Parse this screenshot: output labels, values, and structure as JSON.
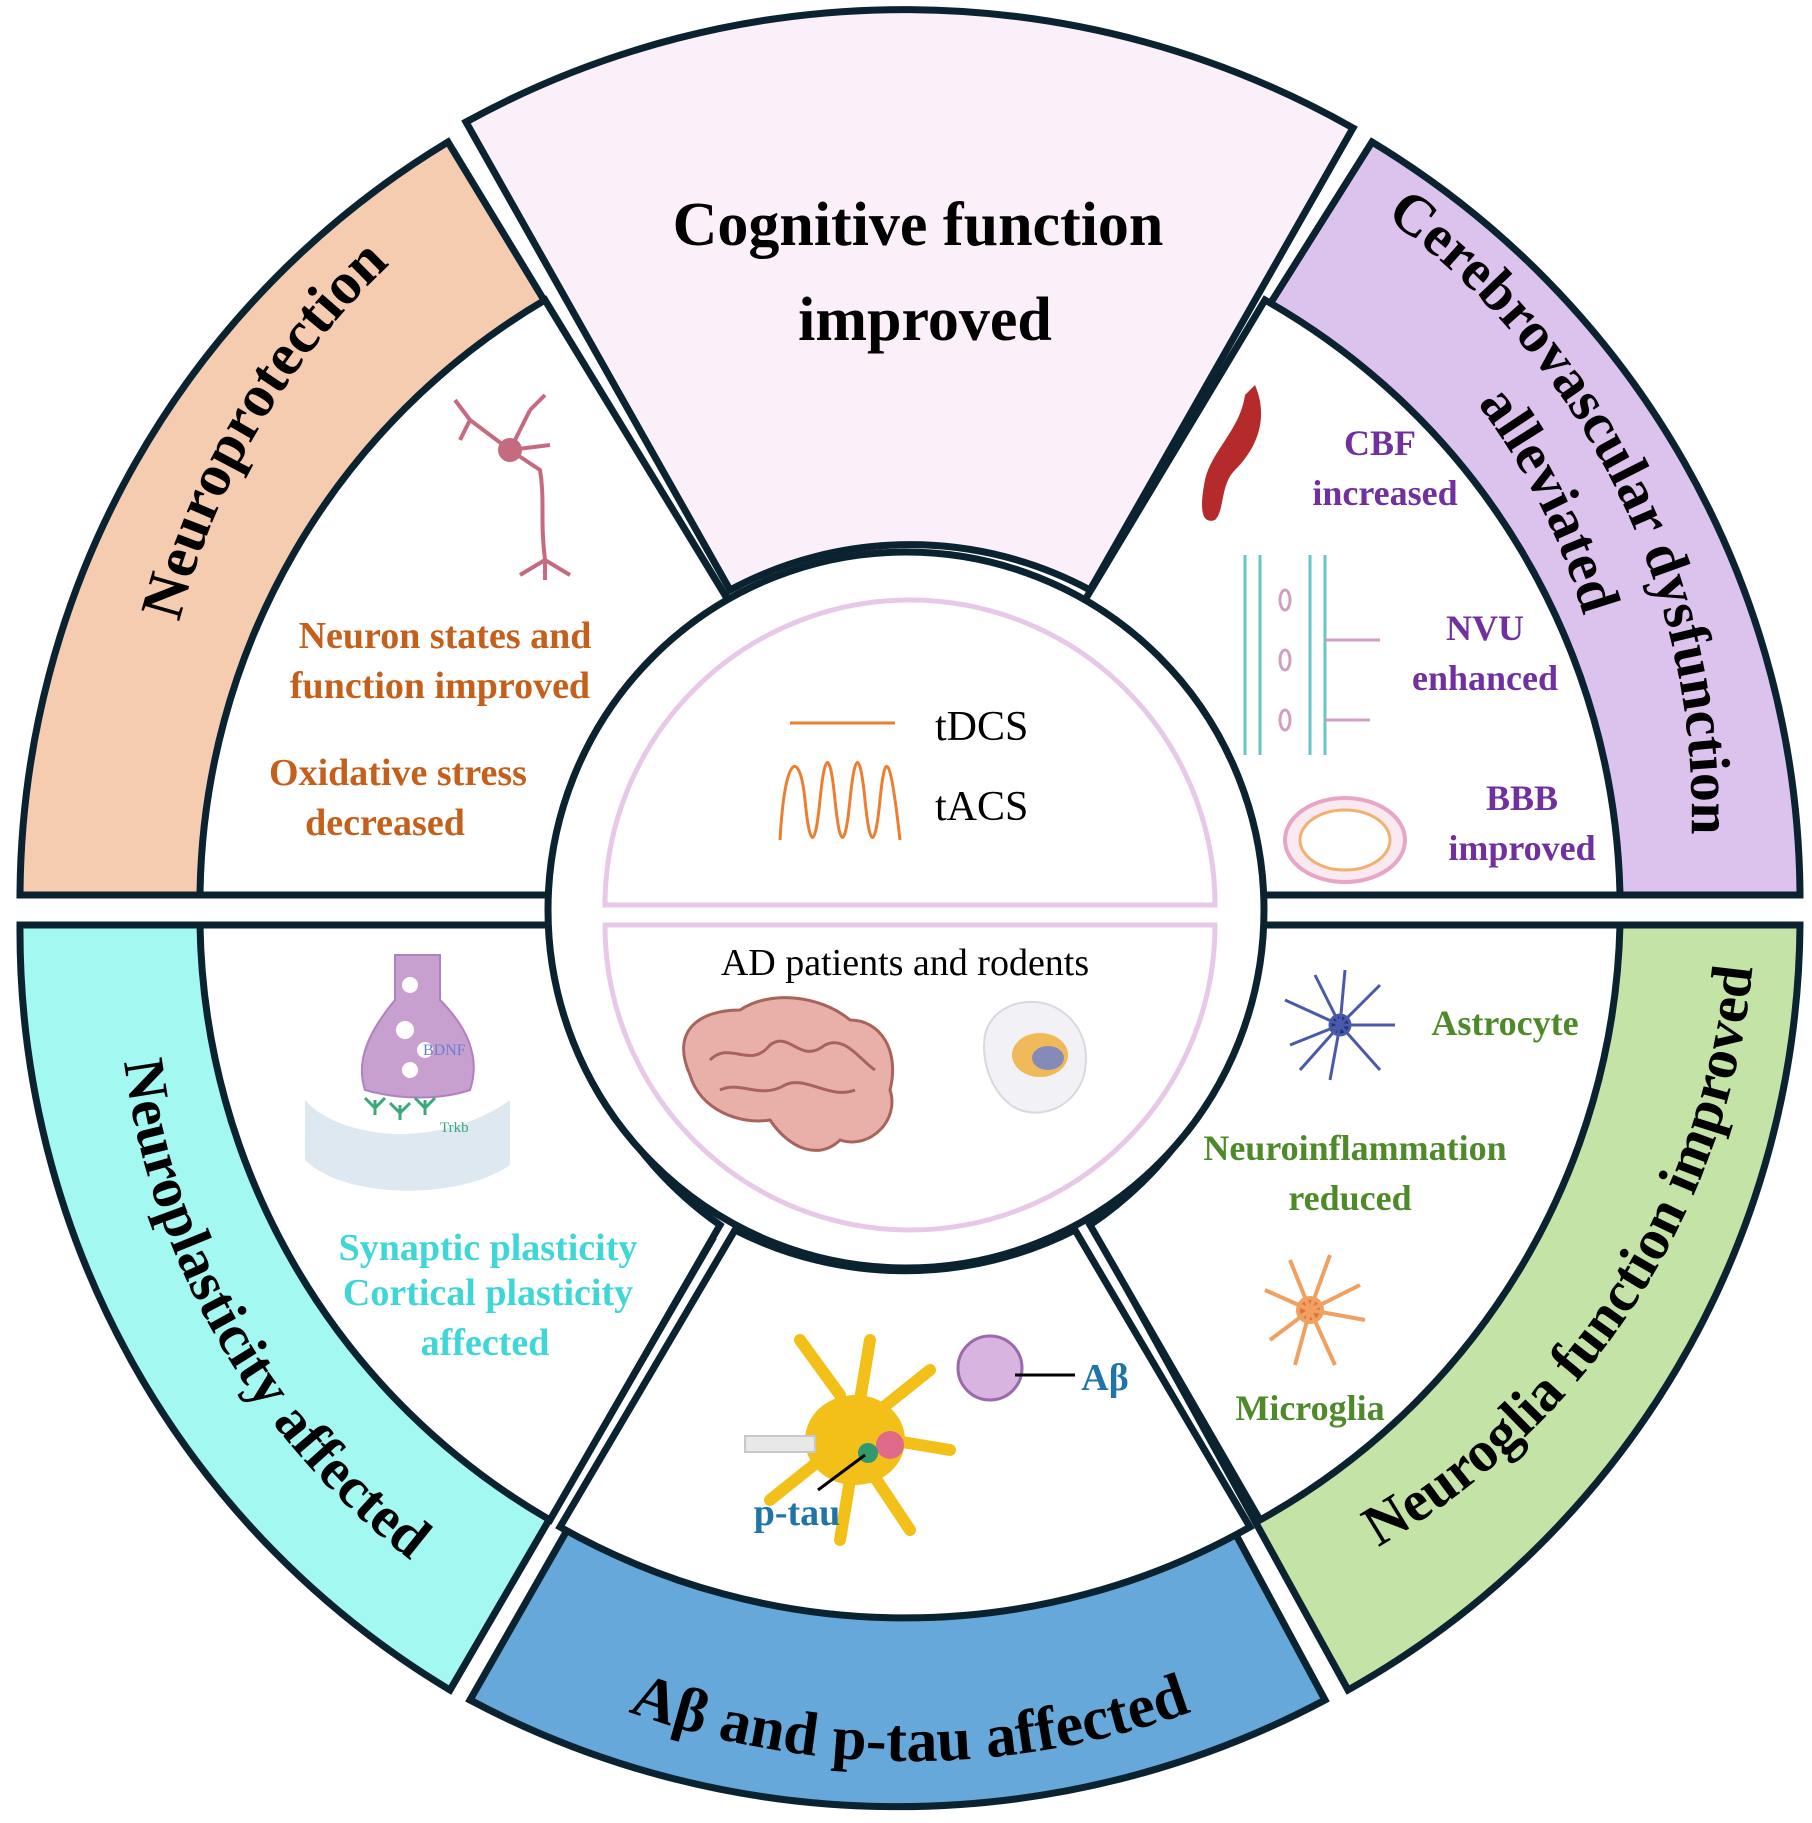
{
  "center": {
    "tdcs_label": "tDCS",
    "tacs_label": "tACS",
    "subjects_label": "AD patients and rodents",
    "stim_color": "#ed7d31",
    "border_color": "#e8c8e8"
  },
  "outer_ring": {
    "cognitive": {
      "line1": "Cognitive function",
      "line2": "improved",
      "color": "#fbeff9"
    },
    "cerebrovascular": {
      "line1": "Cerebrovascular dysfunction",
      "line2": "alleviated",
      "color": "#dcc3ee"
    },
    "neuroglia": {
      "label": "Neuroglia function improved",
      "color": "#c3e4a6"
    },
    "abeta_ptau": {
      "label": "Aβ and p-tau affected",
      "color": "#66a8d9"
    },
    "neuroplasticity": {
      "label": "Neuroplasticity affected",
      "color": "#a3f8f2"
    },
    "neuroprotection": {
      "label": "Neuroprotection",
      "color": "#f6ccb0"
    }
  },
  "neuroprotection_panel": {
    "color": "#c4601b",
    "line1": "Neuron states and",
    "line2": "function improved",
    "line3": "Oxidative stress",
    "line4": "decreased"
  },
  "cerebrovascular_panel": {
    "color": "#7030a0",
    "cbf_line1": "CBF",
    "cbf_line2": "increased",
    "nvu_line1": "NVU",
    "nvu_line2": "enhanced",
    "bbb_line1": "BBB",
    "bbb_line2": "improved"
  },
  "neuroglia_panel": {
    "color": "#4e8a2a",
    "astrocyte": "Astrocyte",
    "neuroinflammation_line1": "Neuroinflammation",
    "neuroinflammation_line2": "reduced",
    "microglia": "Microglia"
  },
  "abeta_panel": {
    "color": "#1f75a8",
    "abeta": "Aβ",
    "ptau": "p-tau"
  },
  "neuroplasticity_panel": {
    "color": "#3ed6d6",
    "line1": "Synaptic plasticity",
    "line2": "Cortical plasticity",
    "line3": "affected",
    "bdnf": "BDNF",
    "trkb": "Trkb"
  }
}
